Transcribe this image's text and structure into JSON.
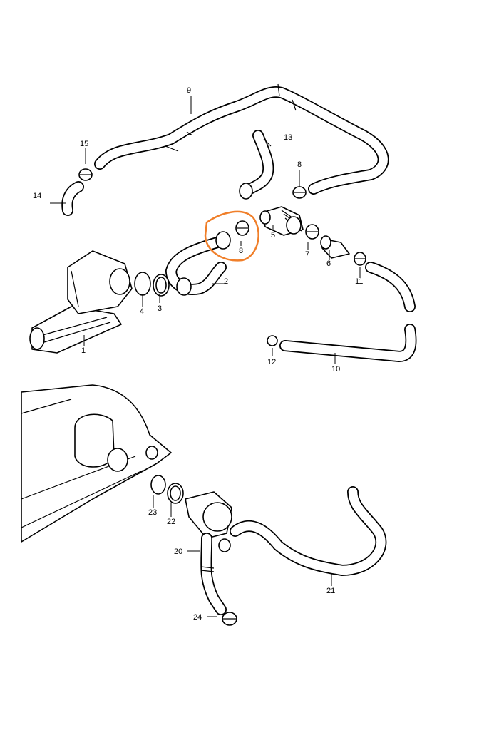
{
  "diagram": {
    "highlight_color": "#f07f2a",
    "highlighted_part": "8",
    "labels": {
      "p1": "1",
      "p2": "2",
      "p3": "3",
      "p4": "4",
      "p5": "5",
      "p6": "6",
      "p7": "7",
      "p8a": "8",
      "p8b": "8",
      "p9": "9",
      "p10": "10",
      "p11": "11",
      "p12": "12",
      "p13": "13",
      "p14": "14",
      "p15": "15",
      "p20": "20",
      "p21": "21",
      "p22": "22",
      "p23": "23",
      "p24": "24"
    }
  }
}
